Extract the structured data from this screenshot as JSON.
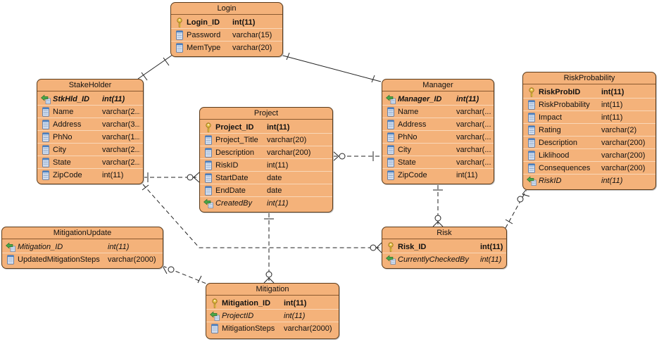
{
  "entities": [
    {
      "id": "login",
      "title": "Login",
      "columns": [
        {
          "name": "Login_ID",
          "type": "int(11)",
          "key": "pk"
        },
        {
          "name": "Password",
          "type": "varchar(15)",
          "key": "col"
        },
        {
          "name": "MemType",
          "type": "varchar(20)",
          "key": "col"
        }
      ]
    },
    {
      "id": "stakeholder",
      "title": "StakeHolder",
      "columns": [
        {
          "name": "StkHld_ID",
          "type": "int(11)",
          "key": "pkfk"
        },
        {
          "name": "Name",
          "type": "varchar(2...",
          "key": "col"
        },
        {
          "name": "Address",
          "type": "varchar(3...",
          "key": "col"
        },
        {
          "name": "PhNo",
          "type": "varchar(1...",
          "key": "col"
        },
        {
          "name": "City",
          "type": "varchar(2...",
          "key": "col"
        },
        {
          "name": "State",
          "type": "varchar(2...",
          "key": "col"
        },
        {
          "name": "ZipCode",
          "type": "int(11)",
          "key": "col"
        }
      ]
    },
    {
      "id": "project",
      "title": "Project",
      "columns": [
        {
          "name": "Project_ID",
          "type": "int(11)",
          "key": "pk"
        },
        {
          "name": "Project_Title",
          "type": "varchar(20)",
          "key": "col"
        },
        {
          "name": "Description",
          "type": "varchar(200)",
          "key": "col"
        },
        {
          "name": "RiskID",
          "type": "int(11)",
          "key": "col"
        },
        {
          "name": "StartDate",
          "type": "date",
          "key": "col"
        },
        {
          "name": "EndDate",
          "type": "date",
          "key": "col"
        },
        {
          "name": "CreatedBy",
          "type": "int(11)",
          "key": "fk"
        }
      ]
    },
    {
      "id": "manager",
      "title": "Manager",
      "columns": [
        {
          "name": "Manager_ID",
          "type": "int(11)",
          "key": "pkfk"
        },
        {
          "name": "Name",
          "type": "varchar(...",
          "key": "col"
        },
        {
          "name": "Address",
          "type": "varchar(...",
          "key": "col"
        },
        {
          "name": "PhNo",
          "type": "varchar(...",
          "key": "col"
        },
        {
          "name": "City",
          "type": "varchar(...",
          "key": "col"
        },
        {
          "name": "State",
          "type": "varchar(...",
          "key": "col"
        },
        {
          "name": "ZipCode",
          "type": "int(11)",
          "key": "col"
        }
      ]
    },
    {
      "id": "riskprobability",
      "title": "RiskProbability",
      "columns": [
        {
          "name": "RiskProbID",
          "type": "int(11)",
          "key": "pk"
        },
        {
          "name": "RiskProbability",
          "type": "int(11)",
          "key": "col"
        },
        {
          "name": "Impact",
          "type": "int(11)",
          "key": "col"
        },
        {
          "name": "Rating",
          "type": "varchar(2)",
          "key": "col"
        },
        {
          "name": "Description",
          "type": "varchar(200)",
          "key": "col"
        },
        {
          "name": "Liklihood",
          "type": "varchar(200)",
          "key": "col"
        },
        {
          "name": "Consequences",
          "type": "varchar(200)",
          "key": "col"
        },
        {
          "name": "RiskID",
          "type": "int(11)",
          "key": "fk"
        }
      ]
    },
    {
      "id": "mitigationupdate",
      "title": "MitigationUpdate",
      "columns": [
        {
          "name": "Mitigation_ID",
          "type": "int(11)",
          "key": "fk"
        },
        {
          "name": "UpdatedMitigationSteps",
          "type": "varchar(2000)",
          "key": "col"
        }
      ]
    },
    {
      "id": "risk",
      "title": "Risk",
      "columns": [
        {
          "name": "Risk_ID",
          "type": "int(11)",
          "key": "pk"
        },
        {
          "name": "CurrentlyCheckedBy",
          "type": "int(11)",
          "key": "fk"
        }
      ]
    },
    {
      "id": "mitigation",
      "title": "Mitigation",
      "columns": [
        {
          "name": "Mitigation_ID",
          "type": "int(11)",
          "key": "pk"
        },
        {
          "name": "ProjectID",
          "type": "int(11)",
          "key": "fk"
        },
        {
          "name": "MitigationSteps",
          "type": "varchar(2000)",
          "key": "col"
        }
      ]
    }
  ],
  "relationships": [
    {
      "id": "login-stakeholder",
      "from": "login",
      "to": "stakeholder",
      "line": "solid"
    },
    {
      "id": "login-manager",
      "from": "login",
      "to": "manager",
      "line": "solid"
    },
    {
      "id": "stakeholder-project",
      "from": "stakeholder",
      "to": "project",
      "line": "dashed"
    },
    {
      "id": "manager-project",
      "from": "manager",
      "to": "project",
      "line": "dashed"
    },
    {
      "id": "stakeholder-risk",
      "from": "stakeholder",
      "to": "risk",
      "line": "dashed"
    },
    {
      "id": "manager-risk",
      "from": "manager",
      "to": "risk",
      "line": "dashed"
    },
    {
      "id": "risk-riskprobability",
      "from": "risk",
      "to": "riskprobability",
      "line": "dashed"
    },
    {
      "id": "project-mitigation",
      "from": "project",
      "to": "mitigation",
      "line": "dashed"
    },
    {
      "id": "mitigationupdate-mitigation",
      "from": "mitigationupdate",
      "to": "mitigation",
      "line": "dashed"
    }
  ],
  "colors": {
    "entity_fill": "#f4b27a",
    "entity_border": "#5a3a1a",
    "line": "#222222",
    "canvas": "#ffffff"
  },
  "icons": {
    "pk": "key-icon",
    "pkfk": "foreign-key-icon",
    "fk": "foreign-key-icon",
    "col": "column-icon"
  }
}
